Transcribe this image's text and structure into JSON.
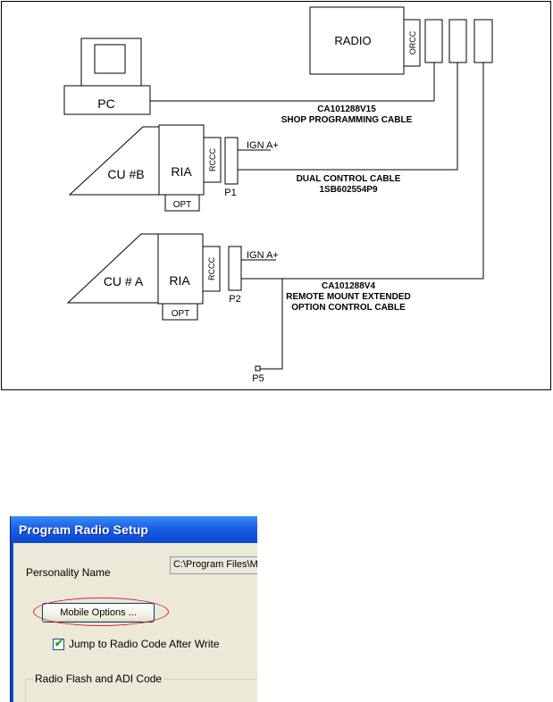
{
  "diagram": {
    "radio_label": "RADIO",
    "orcc_label": "ORCC",
    "pc_label": "PC",
    "shop_cable_part": "CA101288V15",
    "shop_cable_name": "SHOP PROGRAMMING CABLE",
    "cu_b_label": "CU #B",
    "cu_a_label": "CU # A",
    "ria_label": "RIA",
    "rccc_label": "RCCC",
    "opt_label": "OPT",
    "p1_label": "P1",
    "p2_label": "P2",
    "p5_label": "P5",
    "ign_label": "IGN A+",
    "dual_cable_name": "DUAL CONTROL CABLE",
    "dual_cable_part": "1SB602554P9",
    "remote_cable_part": "CA101288V4",
    "remote_cable_line1": "REMOTE MOUNT EXTENDED",
    "remote_cable_line2": "OPTION CONTROL CABLE"
  },
  "dialog": {
    "title": "Program Radio Setup",
    "personality_label": "Personality Name",
    "personality_value": "C:\\Program Files\\M",
    "mobile_options_button": "Mobile Options ...",
    "jump_checkbox_label": "Jump to Radio Code After Write",
    "jump_checked": true,
    "check_glyph": "✔",
    "flash_group_label": "Radio Flash and ADI Code"
  },
  "colors": {
    "titlebar": "#0b48d1",
    "dialog_bg": "#ece9d8",
    "highlight": "#e02020"
  }
}
